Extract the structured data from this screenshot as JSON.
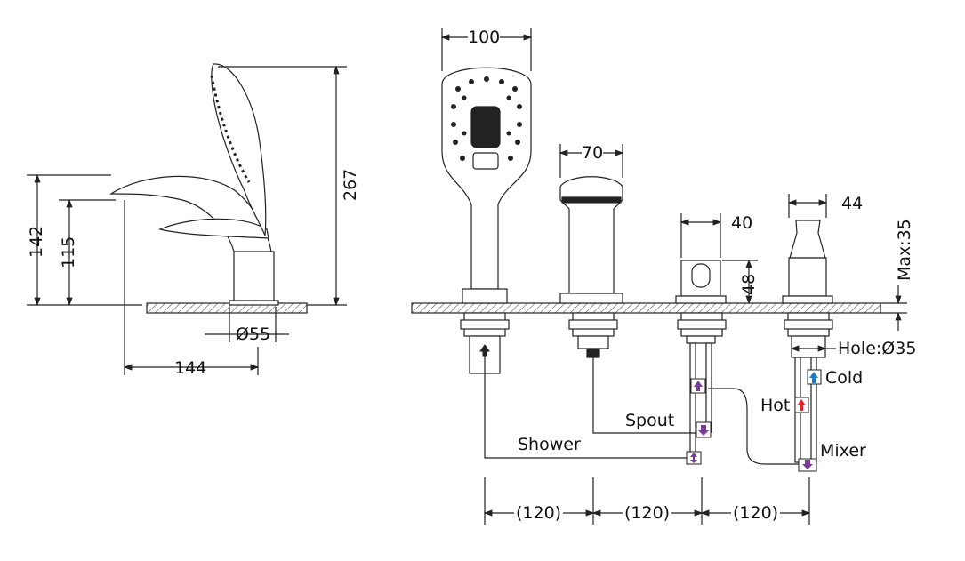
{
  "side_view": {
    "dim_total_height": "267",
    "dim_spout_height": "142",
    "dim_outlet_height": "115",
    "dim_base_diameter": "Ø55",
    "dim_reach": "144"
  },
  "front_view": {
    "handshower_width": "100",
    "spout_width": "70",
    "diverter_width": "40",
    "diverter_height": "48",
    "mixer_width": "44",
    "deck_max": "Max:35",
    "hole": "Hole:Ø35",
    "spacings": [
      "(120)",
      "(120)",
      "(120)"
    ],
    "connections": {
      "shower": "Shower",
      "spout": "Spout",
      "hot": "Hot",
      "cold": "Cold",
      "mixer": "Mixer"
    }
  },
  "colors": {
    "hot": "#e0252b",
    "cold": "#1f7bbf",
    "flow": "#7a3a9a",
    "line": "#222222"
  }
}
